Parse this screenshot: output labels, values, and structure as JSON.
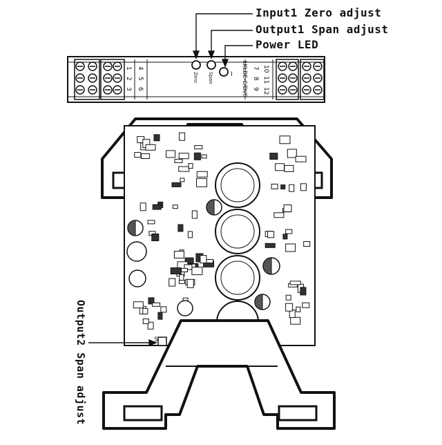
{
  "callouts": {
    "input1_zero": "Input1 Zero adjust",
    "output1_span": "Output1 Span adjust",
    "power_led": "Power LED",
    "output2_span": "Output2 Span adjust"
  },
  "module_labels": {
    "left_terminals_top": [
      "4",
      "5",
      "6"
    ],
    "left_terminals_bottom": [
      "1",
      "2",
      "3"
    ],
    "right_terminals_top": [
      "7",
      "8",
      "9"
    ],
    "right_terminals_bottom": [
      "10",
      "11",
      "12"
    ],
    "zero": "Zero",
    "span": "Span",
    "led_mark": "I",
    "model_code": "LKLDE-C/DI/S",
    "pcb_mark": "S"
  }
}
